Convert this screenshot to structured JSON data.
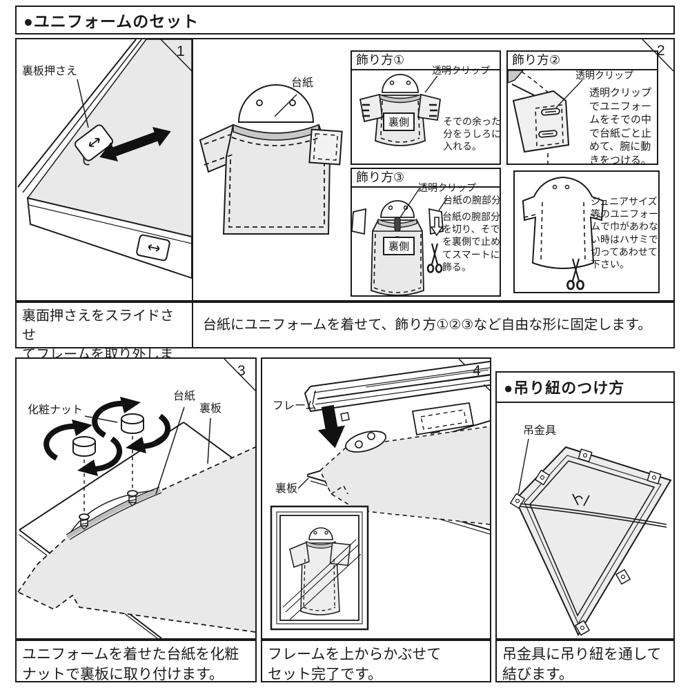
{
  "header": {
    "title": "●ユニフォームのセット"
  },
  "panel1": {
    "badge": "1",
    "holder_label": "裏板押さえ",
    "caption": "裏面押さえをスライドさせ\nてフレームを取り外します。"
  },
  "panel2": {
    "badge": "2",
    "board_label": "台紙",
    "caption": "台紙にユニフォームを着せて、飾り方①②③など自由な形に固定します。",
    "method1": {
      "title": "飾り方①",
      "clip_label": "透明クリップ",
      "back_label": "裏側",
      "note": "そでの余った\n分をうしろに\n入れる。"
    },
    "method2": {
      "title": "飾り方②",
      "clip_label": "透明クリップ",
      "note": "透明クリップ\nでユニフォー\nムをそでの中\nで台紙ごと止\nめて、腕に動\nきをつける。"
    },
    "method3": {
      "title": "飾り方③",
      "clip_label": "透明クリップ",
      "arm_label": "台紙の腕部分",
      "back_label": "裏側",
      "note": "台紙の腕部分\nを切り、そで\nを裏側で止め\nてスマートに\n飾る。"
    },
    "junior": {
      "note": "ジュニアサイズ\n等のユニフォー\nムで巾があわな\nい時はハサミで\n切ってあわせて\n下さい。"
    }
  },
  "panel3": {
    "badge": "3",
    "nut_label": "化粧ナット",
    "board_label": "台紙",
    "backboard_label": "裏板",
    "caption": "ユニフォームを着せた台紙を化粧\nナットで裏板に取り付けます。"
  },
  "panel4": {
    "badge": "4",
    "frame_label": "フレーム",
    "backboard_label": "裏板",
    "caption": "フレームを上からかぶせて\nセット完了です。"
  },
  "hanging": {
    "title": "●吊り紐のつけ方",
    "bracket_label": "吊金具",
    "caption": "吊金具に吊り紐を通して\n結びます。"
  }
}
